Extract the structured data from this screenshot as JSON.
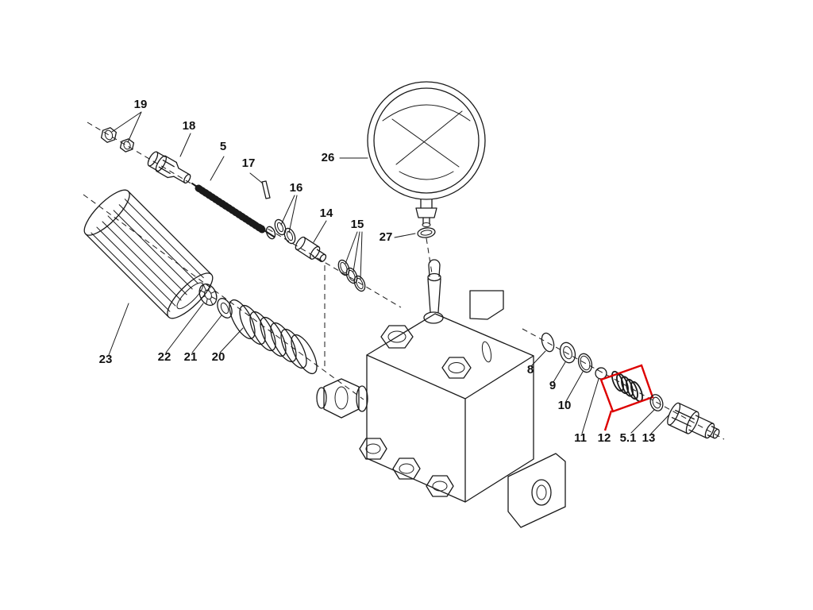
{
  "diagram": {
    "type": "exploded-parts-diagram",
    "colors": {
      "background": "#ffffff",
      "line": "#1a1a1a",
      "label": "#111111",
      "highlight": "#dd0000"
    },
    "labels": {
      "p5": "5",
      "p5_1": "5.1",
      "p8": "8",
      "p9": "9",
      "p10": "10",
      "p11": "11",
      "p12": "12",
      "p13": "13",
      "p14": "14",
      "p15": "15",
      "p16": "16",
      "p17": "17",
      "p18": "18",
      "p19": "19",
      "p20": "20",
      "p21": "21",
      "p22": "22",
      "p23": "23",
      "p26": "26",
      "p27": "27"
    }
  }
}
